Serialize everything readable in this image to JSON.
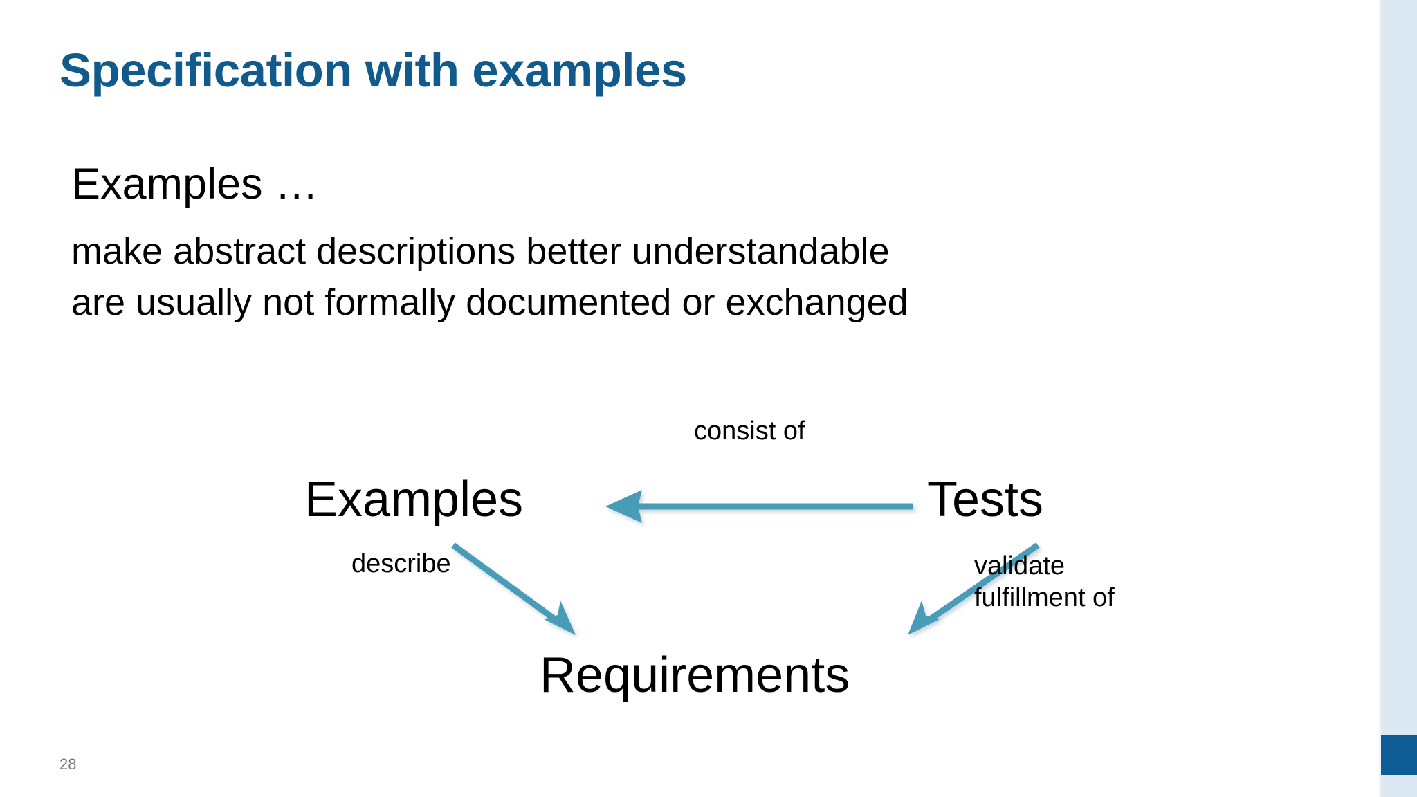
{
  "slide": {
    "title": "Specification with examples",
    "page_number": "28",
    "title_color": "#105a8c",
    "accent_color": "#4a9cb8",
    "edge_band_color": "#dce9f3",
    "edge_accent_color": "#0e5c96",
    "body_text_color": "#000000"
  },
  "body": {
    "lead": "Examples …",
    "lines": [
      "make abstract descriptions better understandable",
      "are usually not formally documented or exchanged"
    ]
  },
  "diagram": {
    "nodes": [
      {
        "id": "examples",
        "label": "Examples"
      },
      {
        "id": "tests",
        "label": "Tests"
      },
      {
        "id": "requirements",
        "label": "Requirements"
      }
    ],
    "edges": [
      {
        "id": "consist-of",
        "label": "consist of",
        "from": "tests",
        "to": "examples",
        "direction": "right-to-left"
      },
      {
        "id": "describe",
        "label": "describe",
        "from": "examples",
        "to": "requirements",
        "direction": "down-right"
      },
      {
        "id": "validate-fulfillment-of",
        "label": "validate\nfulfillment of",
        "label_line1": "validate",
        "label_line2": "fulfillment of",
        "from": "tests",
        "to": "requirements",
        "direction": "down-left"
      }
    ]
  }
}
